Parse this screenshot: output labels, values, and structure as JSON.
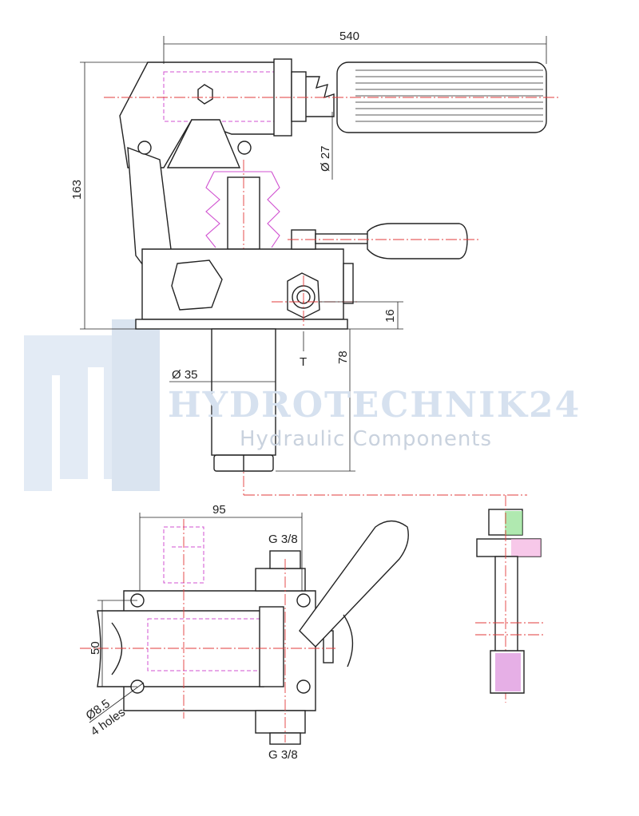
{
  "title": "Hand pump technical drawing",
  "watermark": {
    "brand": "HYDROTECHNIK24",
    "tagline": "Hydraulic Components",
    "color": "#dfe7f2"
  },
  "dimensions": {
    "overall_length": "540",
    "height": "163",
    "handle_diameter": "Ø 27",
    "port_height": "16",
    "piston_diameter": "Ø 35",
    "piston_length": "78",
    "width_top": "95",
    "port_top": "G 3/8",
    "port_bottom": "G 3/8",
    "mount_spacing": "50",
    "hole_diameter": "Ø8.5",
    "hole_count": "4 holes",
    "tank_port": "T"
  },
  "colors": {
    "outline": "#222222",
    "centerline": "#e23b3b",
    "hidden": "#d050d0",
    "section_hatch": "#3cc03c"
  }
}
